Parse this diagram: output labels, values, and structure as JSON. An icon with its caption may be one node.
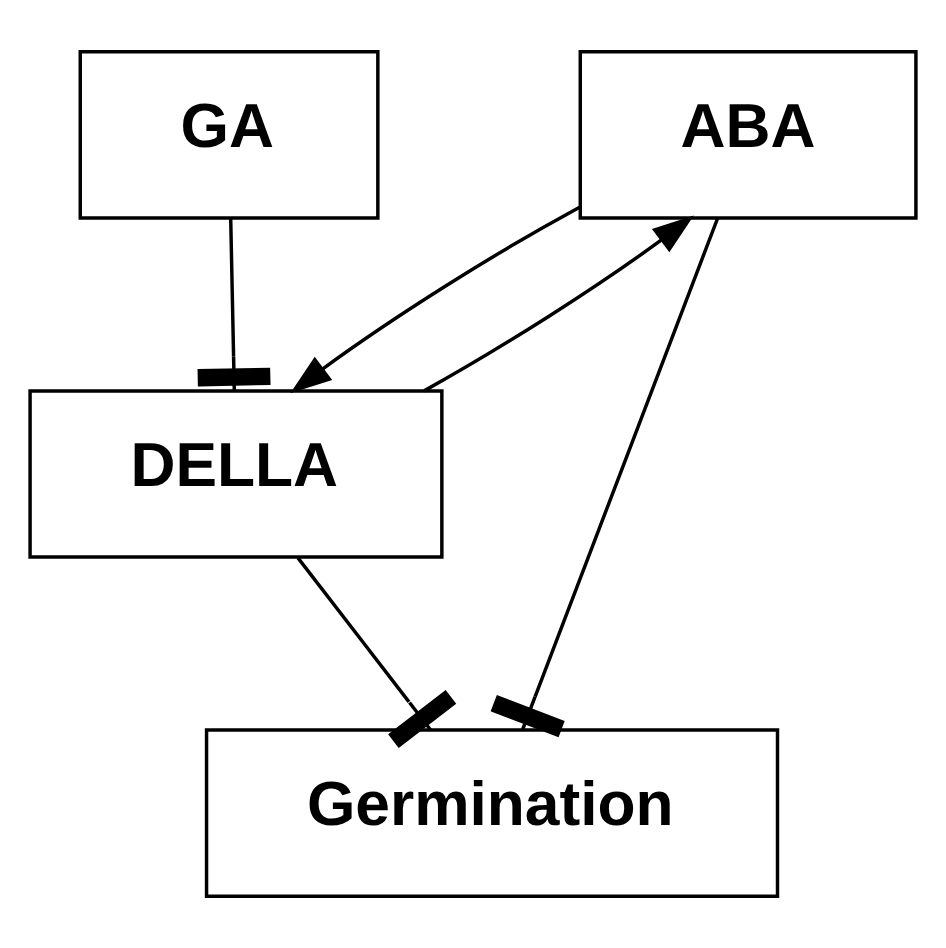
{
  "diagram": {
    "nodes": [
      {
        "text": [
          "GA"
        ]
      },
      {
        "text": [
          "ABA"
        ]
      },
      {
        "text": [
          "DELLA"
        ]
      },
      {
        "text": [
          "Germination"
        ]
      }
    ],
    "edges": [
      {
        "from": 0,
        "to": 2,
        "arrow": "other"
      },
      {
        "from": 2,
        "to": 1,
        "arrow": "to"
      },
      {
        "from": 1,
        "to": 2,
        "arrow": "to"
      },
      {
        "from": 2,
        "to": 3,
        "arrow": "other"
      },
      {
        "from": 1,
        "to": 3,
        "arrow": "other"
      }
    ]
  }
}
